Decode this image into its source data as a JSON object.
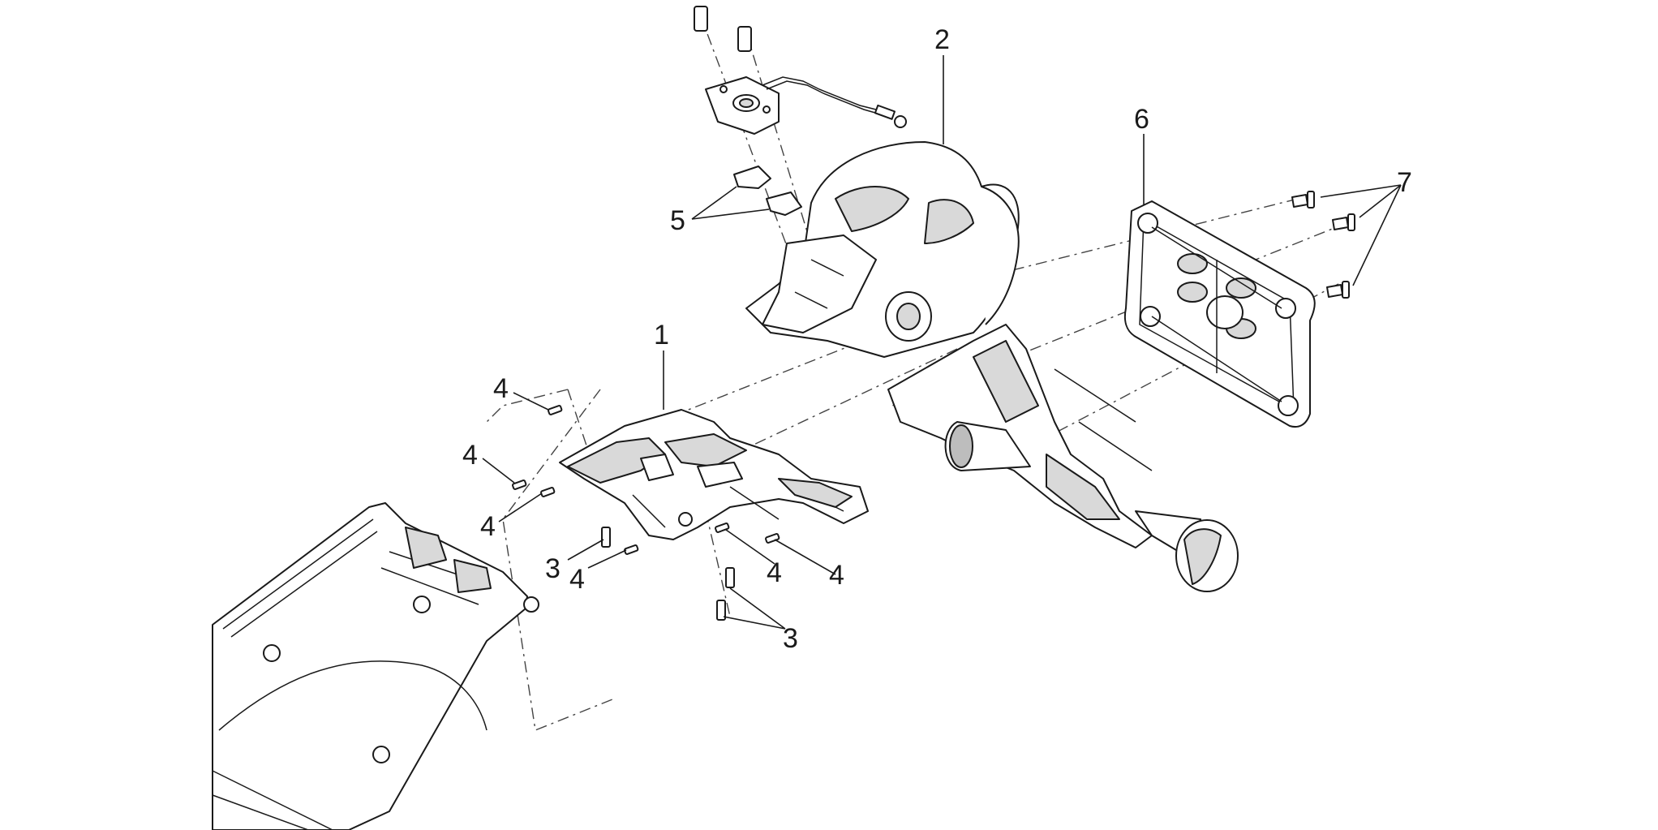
{
  "callouts": {
    "c1": "1",
    "c2": "2",
    "c3a": "3",
    "c3b": "3",
    "c4a": "4",
    "c4b": "4",
    "c4c": "4",
    "c4d": "4",
    "c4e": "4",
    "c4f": "4",
    "c5": "5",
    "c6": "6",
    "c7": "7"
  }
}
